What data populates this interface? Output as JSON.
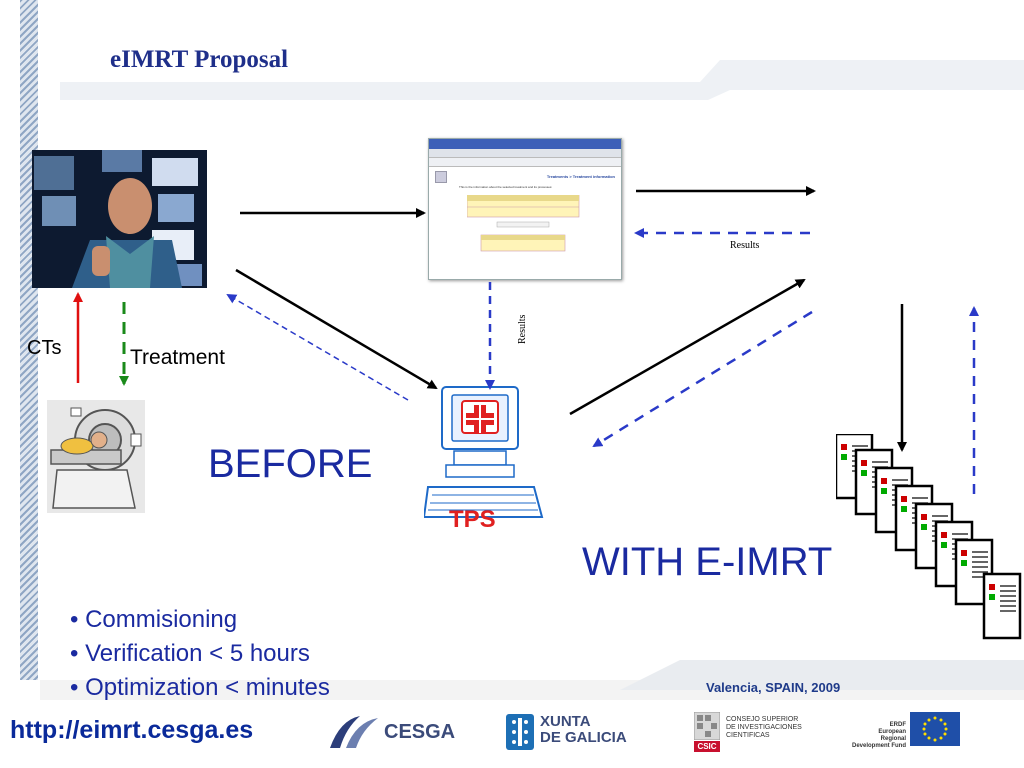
{
  "slide": {
    "title": "eIMRT Proposal",
    "labels": {
      "cts": "CTs",
      "treatment": "Treatment",
      "before": "BEFORE",
      "with_eimrt": "WITH E-IMRT",
      "tps": "TPS",
      "results_vertical": "Results",
      "results_right": "Results"
    },
    "bullets": [
      "• Commisioning",
      "• Verification < 5 hours",
      "• Optimization < minutes"
    ]
  },
  "browser_window": {
    "page_heading": "Treatments > Treatment information",
    "intro": "This is the information about the selected treatment and its processes:"
  },
  "footer": {
    "url": "http://eimrt.cesga.es",
    "location": "Valencia, SPAIN, 2009",
    "logos": {
      "cesga": "CESGA",
      "xunta_line1": "XUNTA",
      "xunta_line2": "DE GALICIA",
      "csic_line1": "CONSEJO SUPERIOR",
      "csic_line2": "DE INVESTIGACIONES",
      "csic_line3": "CIENTIFICAS",
      "csic_badge": "CSIC",
      "erdf_line1": "ERDF",
      "erdf_line2": "European Regional",
      "erdf_line3": "Development Fund"
    }
  },
  "colors": {
    "title_blue": "#1f2f8a",
    "text_blue": "#1a2aa0",
    "arrow_red": "#e01010",
    "arrow_green": "#1a8a1a",
    "dashed_blue": "#2a3ac8",
    "tps_red": "#e02020"
  },
  "icons": [
    "doctor-photo",
    "ct-scanner-image",
    "browser-screenshot",
    "tps-computer-icon",
    "server-rack-icon"
  ]
}
